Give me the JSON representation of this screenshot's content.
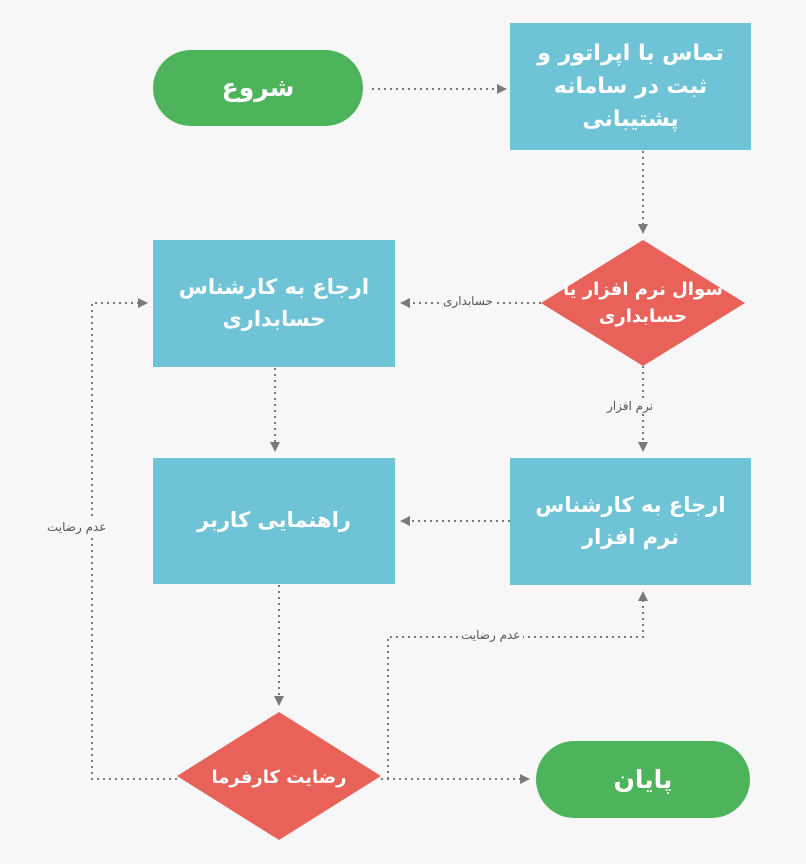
{
  "nodes": {
    "start": "شروع",
    "contact": "تماس با اپراتور و ثبت در سامانه پشتیبانی",
    "question": "سوال نرم افزار یا حسابداری",
    "refer_accounting": "ارجاع به کارشناس حسابداری",
    "refer_software": "ارجاع به کارشناس نرم افزار",
    "guide_user": "راهنمایی کاربر",
    "satisfaction": "رضایت کارفرما",
    "end": "پایان"
  },
  "edge_labels": {
    "accounting": "حسابداری",
    "software": "نرم افزار",
    "dissatisfaction_left": "عدم رضایت",
    "dissatisfaction_right": "عدم رضایت"
  },
  "colors": {
    "terminal": "#4db45c",
    "process": "#6fc3d6",
    "decision": "#e8625a",
    "connector": "#7a7a7a",
    "background": "#f7f7f7"
  }
}
